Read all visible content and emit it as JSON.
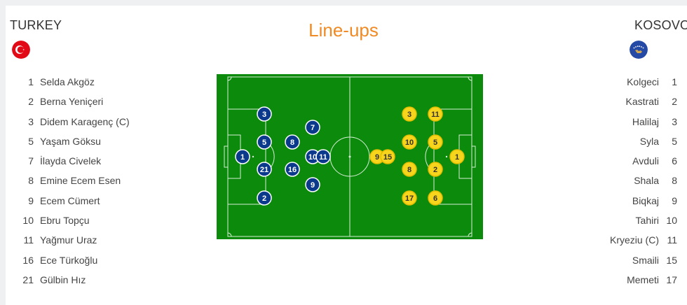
{
  "title": "Line-ups",
  "home": {
    "name": "TURKEY",
    "flag_icon": "turkey-flag-icon",
    "color": "#0b3a8c",
    "players": [
      {
        "number": "1",
        "name": "Selda Akgöz"
      },
      {
        "number": "2",
        "name": "Berna Yeniçeri"
      },
      {
        "number": "3",
        "name": "Didem Karagenç (C)"
      },
      {
        "number": "5",
        "name": "Yaşam Göksu"
      },
      {
        "number": "7",
        "name": "İlayda Civelek"
      },
      {
        "number": "8",
        "name": "Emine Ecem Esen"
      },
      {
        "number": "9",
        "name": "Ecem Cümert"
      },
      {
        "number": "10",
        "name": "Ebru Topçu"
      },
      {
        "number": "11",
        "name": "Yağmur Uraz"
      },
      {
        "number": "16",
        "name": "Ece Türkoğlu"
      },
      {
        "number": "21",
        "name": "Gülbin Hız"
      }
    ]
  },
  "away": {
    "name": "KOSOVO",
    "flag_icon": "kosovo-flag-icon",
    "color": "#f7d51d",
    "players": [
      {
        "number": "1",
        "name": "Kolgeci"
      },
      {
        "number": "2",
        "name": "Kastrati"
      },
      {
        "number": "3",
        "name": "Halilaj"
      },
      {
        "number": "5",
        "name": "Syla"
      },
      {
        "number": "6",
        "name": "Avduli"
      },
      {
        "number": "8",
        "name": "Shala"
      },
      {
        "number": "9",
        "name": "Biqkaj"
      },
      {
        "number": "10",
        "name": "Tahiri"
      },
      {
        "number": "11",
        "name": "Kryeziu (C)"
      },
      {
        "number": "15",
        "name": "Smaili"
      },
      {
        "number": "17",
        "name": "Memeti"
      }
    ]
  },
  "pitch": {
    "grass_color": "#0b8a0b",
    "home_markers": [
      "1",
      "3",
      "5",
      "21",
      "2",
      "8",
      "16",
      "7",
      "10",
      "11",
      "9"
    ],
    "away_markers": [
      "1",
      "11",
      "5",
      "2",
      "6",
      "3",
      "10",
      "8",
      "17",
      "9",
      "15"
    ]
  }
}
